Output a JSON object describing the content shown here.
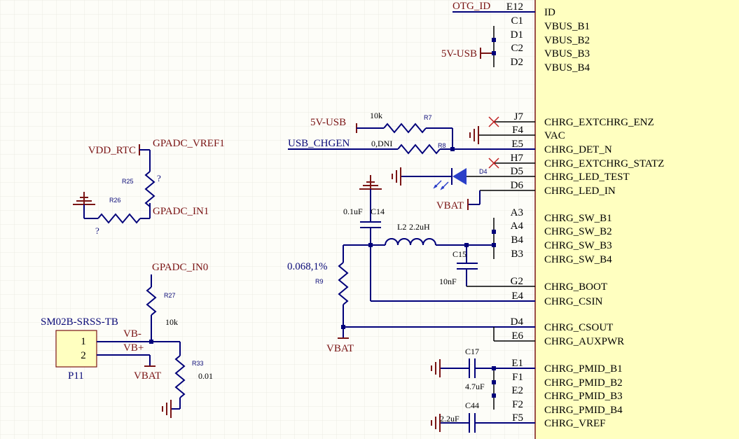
{
  "ic": {
    "fill": "#ffffc0",
    "pins": [
      {
        "num": "E12",
        "name": "ID"
      },
      {
        "num": "C1",
        "name": "VBUS_B1"
      },
      {
        "num": "D1",
        "name": "VBUS_B2"
      },
      {
        "num": "C2",
        "name": "VBUS_B3"
      },
      {
        "num": "D2",
        "name": "VBUS_B4"
      },
      {
        "num": "J7",
        "name": "CHRG_EXTCHRG_ENZ"
      },
      {
        "num": "F4",
        "name": "VAC"
      },
      {
        "num": "E5",
        "name": "CHRG_DET_N"
      },
      {
        "num": "H7",
        "name": "CHRG_EXTCHRG_STATZ"
      },
      {
        "num": "D5",
        "name": "CHRG_LED_TEST"
      },
      {
        "num": "D6",
        "name": "CHRG_LED_IN"
      },
      {
        "num": "A3",
        "name": "CHRG_SW_B1"
      },
      {
        "num": "A4",
        "name": "CHRG_SW_B2"
      },
      {
        "num": "B4",
        "name": "CHRG_SW_B3"
      },
      {
        "num": "B3",
        "name": "CHRG_SW_B4"
      },
      {
        "num": "G2",
        "name": "CHRG_BOOT"
      },
      {
        "num": "E4",
        "name": "CHRG_CSIN"
      },
      {
        "num": "D4",
        "name": "CHRG_CSOUT"
      },
      {
        "num": "E6",
        "name": "CHRG_AUXPWR"
      },
      {
        "num": "E1",
        "name": "CHRG_PMID_B1"
      },
      {
        "num": "F1",
        "name": "CHRG_PMID_B2"
      },
      {
        "num": "E2",
        "name": "CHRG_PMID_B3"
      },
      {
        "num": "F2",
        "name": "CHRG_PMID_B4"
      },
      {
        "num": "F5",
        "name": "CHRG_VREF"
      }
    ]
  },
  "nets": {
    "otg_id": "OTG_ID",
    "usb5v_a": "5V-USB",
    "usb5v_b": "5V-USB",
    "usb_chgen": "USB_CHGEN",
    "vbat_led": "VBAT",
    "vbat_r9": "VBAT",
    "vbat_conn": "VBAT",
    "vdd_rtc": "VDD_RTC",
    "gpadc_vref1": "GPADC_VREF1",
    "gpadc_in1": "GPADC_IN1",
    "gpadc_in0": "GPADC_IN0",
    "vb_minus": "VB-",
    "vb_plus": "VB+"
  },
  "parts": {
    "r7": {
      "ref": "R7",
      "value": "10k"
    },
    "r8": {
      "ref": "R8",
      "value": "0,DNI"
    },
    "d4": {
      "ref": "D4"
    },
    "c14": {
      "ref": "C14",
      "value": "0.1uF"
    },
    "l2": {
      "ref": "L2",
      "value": "2.2uH"
    },
    "c15": {
      "ref": "C15",
      "value": "10nF"
    },
    "r9": {
      "ref": "R9",
      "value": "0.068,1%"
    },
    "c17": {
      "ref": "C17",
      "value": "4.7uF"
    },
    "c44": {
      "ref": "C44",
      "value": "2.2uF"
    },
    "r25": {
      "ref": "R25",
      "value": "?"
    },
    "r26": {
      "ref": "R26",
      "value": "?"
    },
    "r27": {
      "ref": "R27",
      "value": "10k"
    },
    "r33": {
      "ref": "R33",
      "value": "0.01"
    },
    "p11": {
      "ref": "P11",
      "part": "SM02B-SRSS-TB",
      "pin1": "1",
      "pin2": "2"
    }
  }
}
